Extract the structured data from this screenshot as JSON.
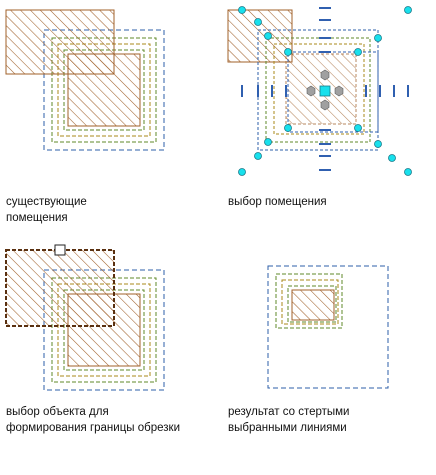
{
  "captions": {
    "panel1_line1": "существующие",
    "panel1_line2": "помещения",
    "panel2_line1": "выбор помещения",
    "panel3_line1": "выбор объекта для",
    "panel3_line2": "формирования границы обрезки",
    "panel4_line1": "результат со стертыми",
    "panel4_line2": "выбранными линиями"
  },
  "colors": {
    "hatch": "#a0602a",
    "outer_boundary": "#2e5fa8",
    "green_boundary": "#5f8a2a",
    "gold_boundary": "#a88818",
    "grip_cyan": "#18e0ec",
    "grip_gray": "#a0a0a0",
    "marker_blue": "#3060b0",
    "selection_outline": "#5a3010"
  }
}
